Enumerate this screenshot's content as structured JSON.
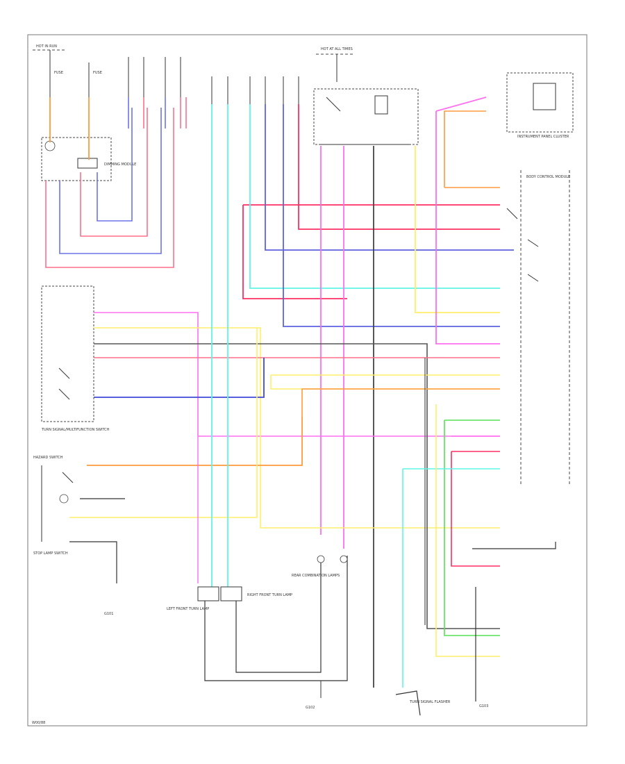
{
  "diagram": {
    "footer_code": "W00/88",
    "labels": {
      "hot_in_run": "HOT IN RUN",
      "fuse_a": "FUSE",
      "fuse_b": "FUSE",
      "hot_all": "HOT AT ALL TIMES",
      "dim_module": "DIMMING MODULE",
      "ipc": "INSTRUMENT PANEL CLUSTER",
      "turn_signal_switch": "TURN SIGNAL/MULTIFUNCTION SWITCH",
      "hazard_switch": "HAZARD SWITCH",
      "stop_lamp_switch": "STOP LAMP SWITCH",
      "ground_left": "G101",
      "ground_center": "G102",
      "ground_right": "G103",
      "left_lamp": "LEFT FRONT TURN LAMP",
      "right_lamp": "RIGHT FRONT TURN LAMP",
      "rear_lamps": "REAR COMBINATION LAMPS",
      "bcm": "BODY CONTROL MODULE",
      "flasher": "TURN SIGNAL FLASHER"
    }
  }
}
